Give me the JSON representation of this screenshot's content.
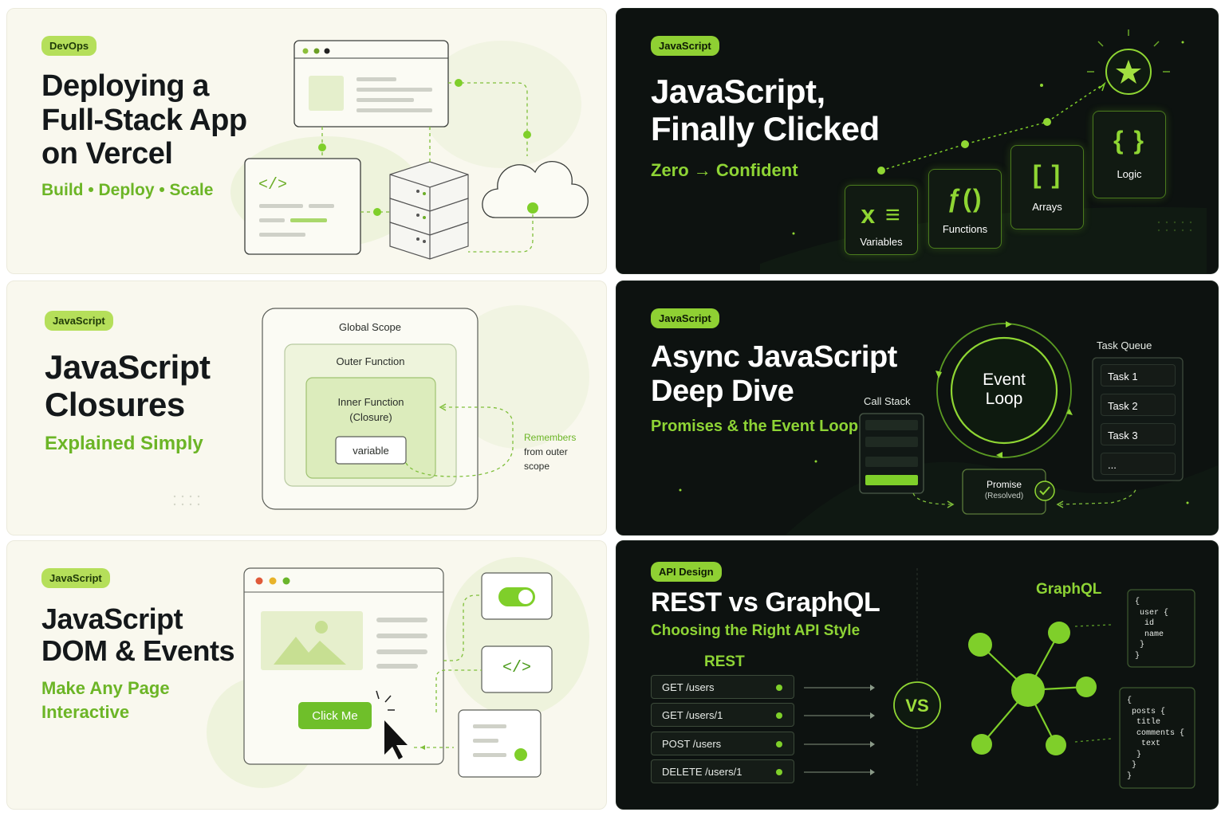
{
  "cards": [
    {
      "tag": "DevOps",
      "title": [
        "Deploying a",
        "Full-Stack App",
        "on Vercel"
      ],
      "subtitle": "Build • Deploy • Scale",
      "code_glyph": "</>"
    },
    {
      "tag": "JavaScript",
      "title": [
        "JavaScript,",
        "Finally Clicked"
      ],
      "subtitle": "Zero → Confident",
      "steps": [
        {
          "icon": "x ≡",
          "label": "Variables"
        },
        {
          "icon": "ƒ()",
          "label": "Functions"
        },
        {
          "icon": "[ ]",
          "label": "Arrays"
        },
        {
          "icon": "{ }",
          "label": "Logic"
        }
      ]
    },
    {
      "tag": "JavaScript",
      "title": [
        "JavaScript",
        "Closures"
      ],
      "subtitle": "Explained Simply",
      "scopes": {
        "global": "Global Scope",
        "outer": "Outer Function",
        "inner": [
          "Inner Function",
          "(Closure)"
        ],
        "variable": "variable"
      },
      "note": [
        "Remembers",
        "from outer",
        "scope"
      ]
    },
    {
      "tag": "JavaScript",
      "title": [
        "Async JavaScript",
        "Deep Dive"
      ],
      "subtitle": "Promises & the Event Loop",
      "call_stack": "Call Stack",
      "event_loop": [
        "Event",
        "Loop"
      ],
      "task_queue": {
        "title": "Task Queue",
        "items": [
          "Task 1",
          "Task 2",
          "Task 3",
          "..."
        ]
      },
      "promise": [
        "Promise",
        "(Resolved)"
      ]
    },
    {
      "tag": "JavaScript",
      "title": [
        "JavaScript",
        "DOM & Events"
      ],
      "subtitle": [
        "Make Any Page",
        "Interactive"
      ],
      "button": "Click Me",
      "code_glyph": "</>"
    },
    {
      "tag": "API Design",
      "title": "REST vs GraphQL",
      "subtitle": "Choosing the Right API Style",
      "rest": {
        "title": "REST",
        "routes": [
          "GET /users",
          "GET /users/1",
          "POST /users",
          "DELETE /users/1"
        ]
      },
      "vs": "VS",
      "graphql": {
        "title": "GraphQL",
        "query1": [
          "{",
          "user {",
          "id",
          "name",
          "}",
          "}"
        ],
        "query2": [
          "{",
          "posts {",
          "title",
          "comments {",
          "text",
          "}",
          "}",
          "}"
        ]
      }
    }
  ],
  "colors": {
    "accent": "#7fcf2a",
    "light_bg": "#f9f8ee",
    "dark_bg": "#0d1210",
    "tag_light": "#b5df5a",
    "tag_dark": "#8fd033"
  }
}
